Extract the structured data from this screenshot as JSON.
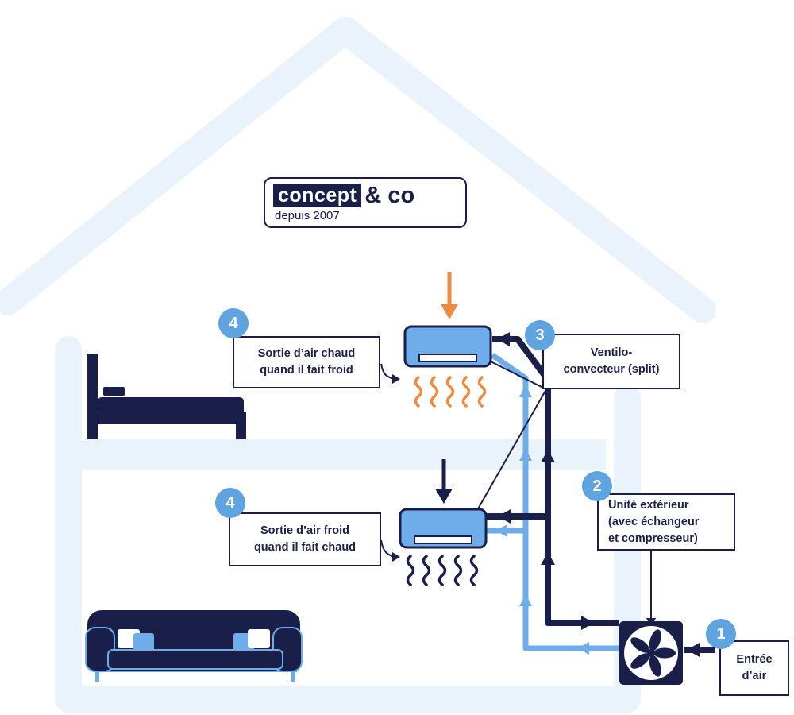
{
  "logo": {
    "brand_word": "concept",
    "brand_suffix": "& co",
    "since": "depuis 2007"
  },
  "labels": {
    "warm_output": {
      "line1": "Sortie d’air chaud",
      "line2": "quand il fait froid"
    },
    "cold_output": {
      "line1": "Sortie d’air froid",
      "line2": "quand il fait chaud"
    },
    "split_unit": {
      "line1": "Ventilo-",
      "line2": "convecteur (split)"
    },
    "outdoor_unit": {
      "line1": "Unité extérieur",
      "line2": "(avec échangeur",
      "line3": "et compresseur)"
    },
    "air_intake": {
      "line1": "Entrée",
      "line2": "d’air"
    }
  },
  "badges": {
    "step1": "1",
    "step2": "2",
    "step3": "3",
    "step4_top": "4",
    "step4_bottom": "4"
  },
  "colors": {
    "navy": "#1a1f4a",
    "light_blue": "#6fadea",
    "house": "#eaf2fb",
    "hot": "#f08a3c",
    "badge": "#5fa3e0"
  }
}
